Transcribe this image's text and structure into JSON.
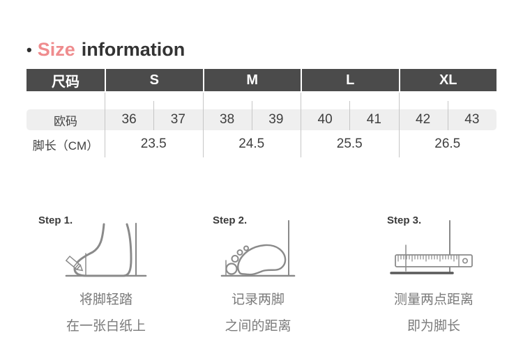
{
  "title": {
    "bullet": "•",
    "highlight": "Size",
    "rest": "information"
  },
  "size_table": {
    "header": {
      "label": "尺码",
      "sizes": [
        "S",
        "M",
        "L",
        "XL"
      ]
    },
    "eu_row": {
      "label": "欧码",
      "values": [
        "36",
        "37",
        "38",
        "39",
        "40",
        "41",
        "42",
        "43"
      ]
    },
    "length_row": {
      "label": "脚长（CM）",
      "values": [
        "23.5",
        "24.5",
        "25.5",
        "26.5"
      ]
    }
  },
  "steps": [
    {
      "label": "Step 1.",
      "icon": "foot-side-pencil-icon",
      "caption_line1": "将脚轻踏",
      "caption_line2": "在一张白纸上"
    },
    {
      "label": "Step 2.",
      "icon": "footprint-icon",
      "caption_line1": "记录两脚",
      "caption_line2": "之间的距离"
    },
    {
      "label": "Step 3.",
      "icon": "ruler-icon",
      "caption_line1": "测量两点距离",
      "caption_line2": "即为脚长"
    }
  ],
  "colors": {
    "accent_pink": "#ef8c8e",
    "header_bg": "#4b4b4b",
    "alt_row_bg": "#efefef",
    "divider": "#c6c6c6",
    "text_dark": "#3f3f3f",
    "caption_gray": "#7a7a7a",
    "illustration_stroke": "#8a8a8a"
  }
}
